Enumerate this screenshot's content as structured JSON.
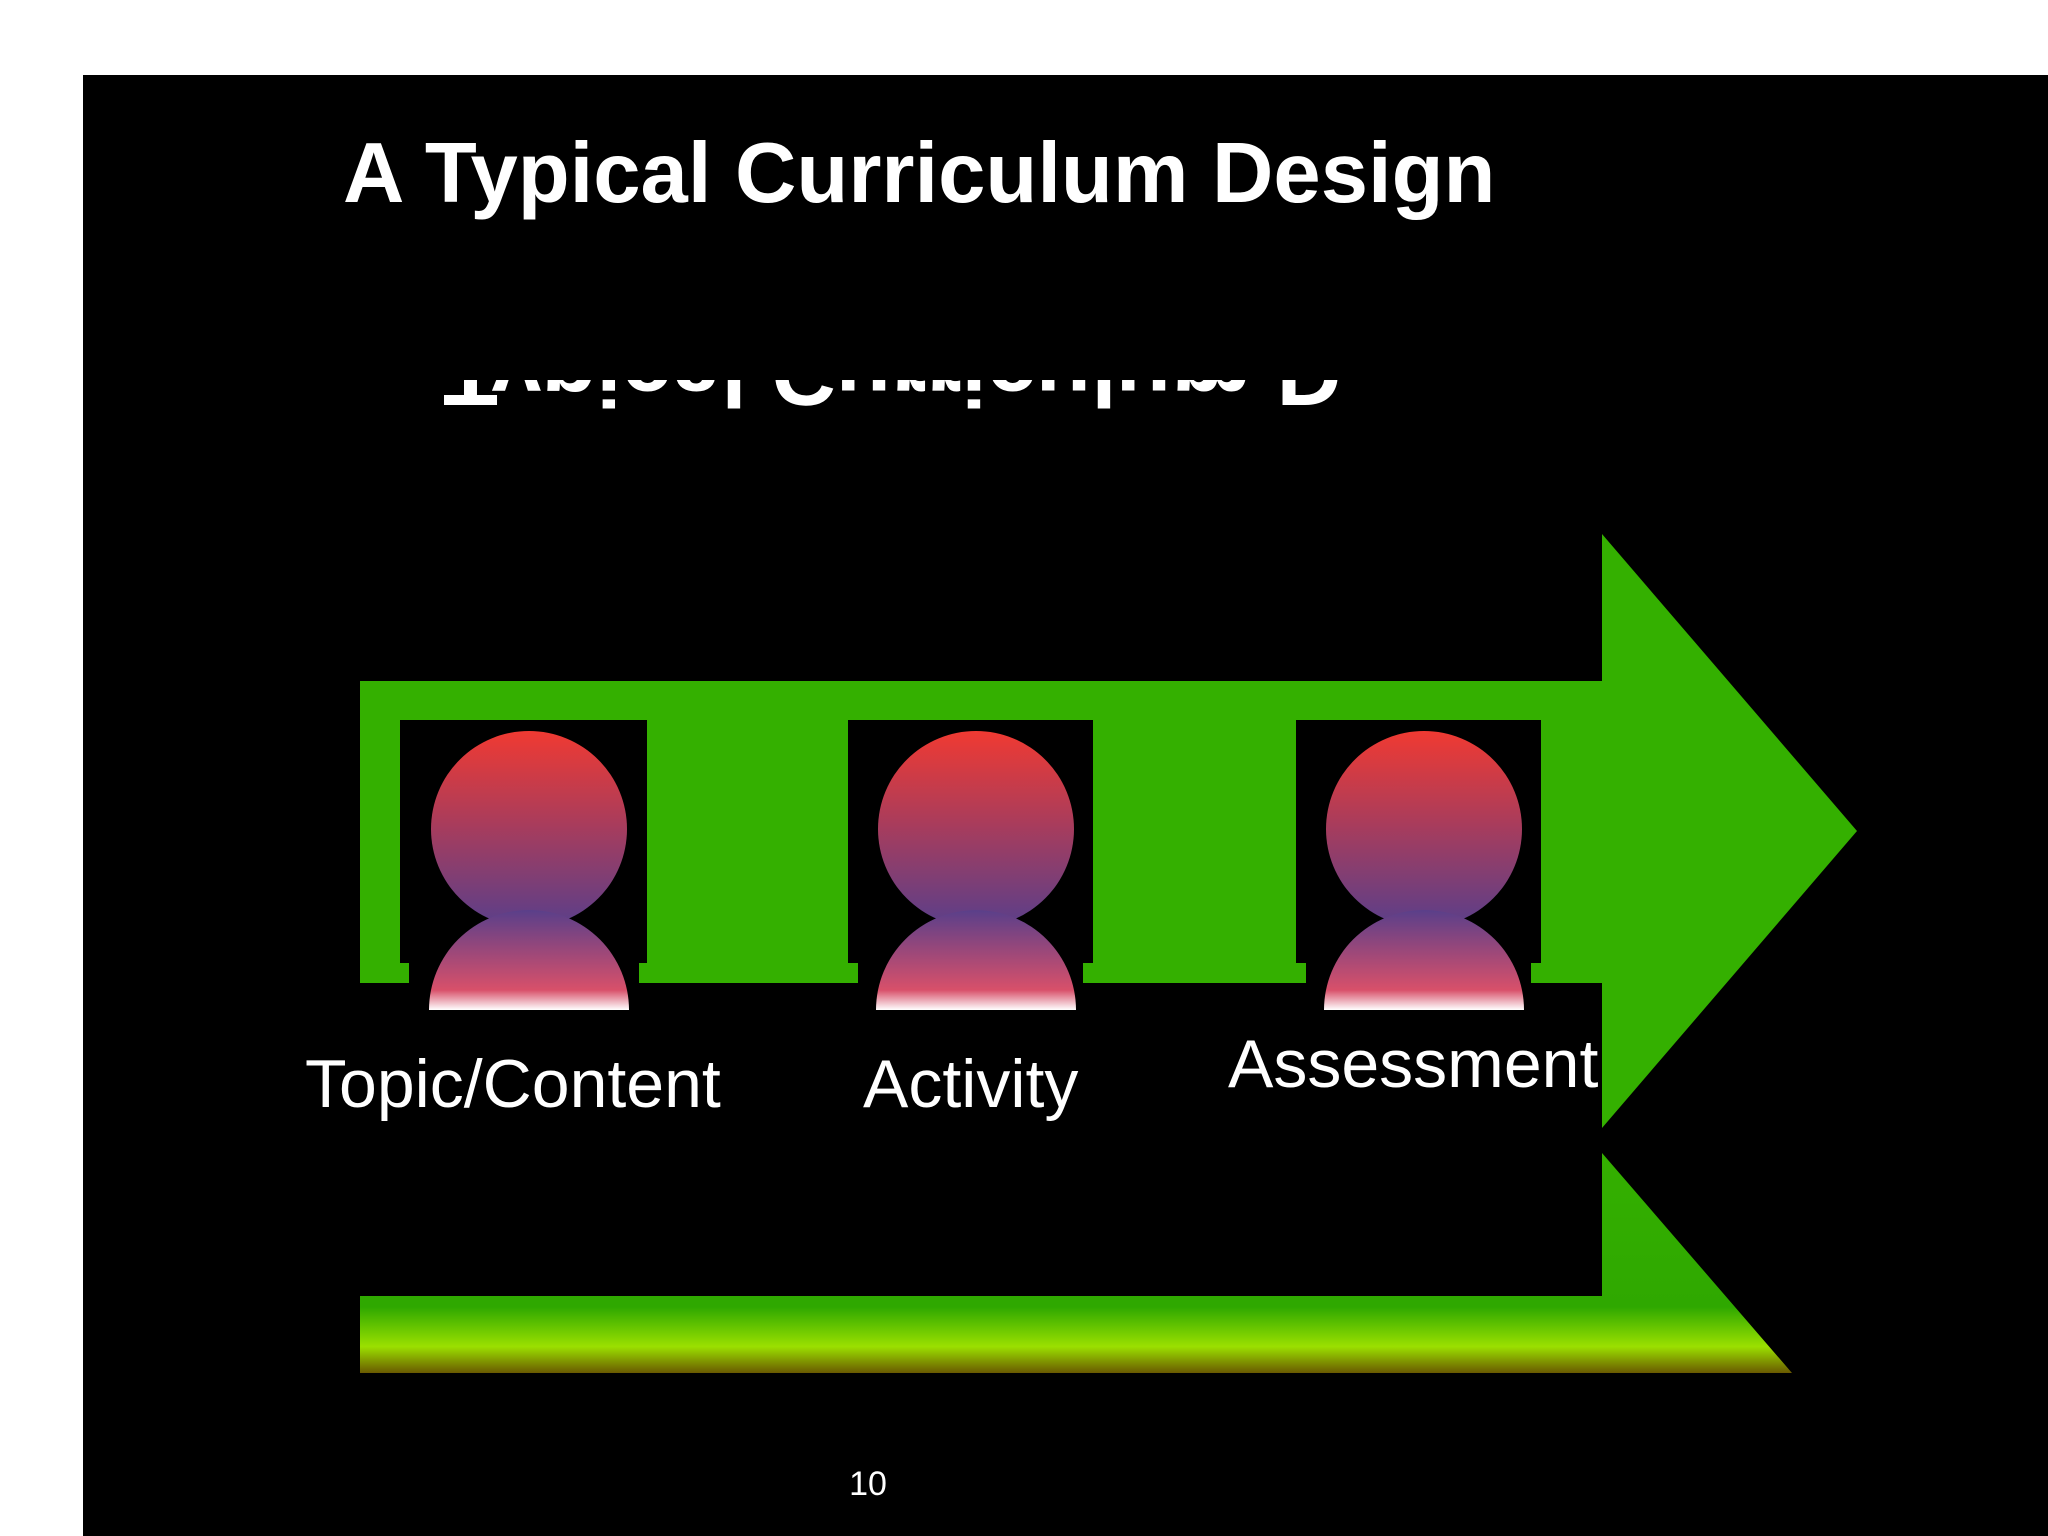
{
  "slide": {
    "title": "A Typical Curriculum Design",
    "ghost_subtitle": "Typical Curriculum Design",
    "page_number": "10"
  },
  "diagram": {
    "stages": [
      {
        "label": "Topic/Content",
        "icon": "person-icon"
      },
      {
        "label": "Activity",
        "icon": "person-icon"
      },
      {
        "label": "Assessment",
        "icon": "person-icon"
      }
    ]
  },
  "colors": {
    "background": "#000000",
    "arrow_green": "#34b000",
    "arrow_highlight": "#c8ff00",
    "head_top": "#f03a32",
    "head_bottom": "#5a3f8a",
    "text": "#ffffff"
  }
}
